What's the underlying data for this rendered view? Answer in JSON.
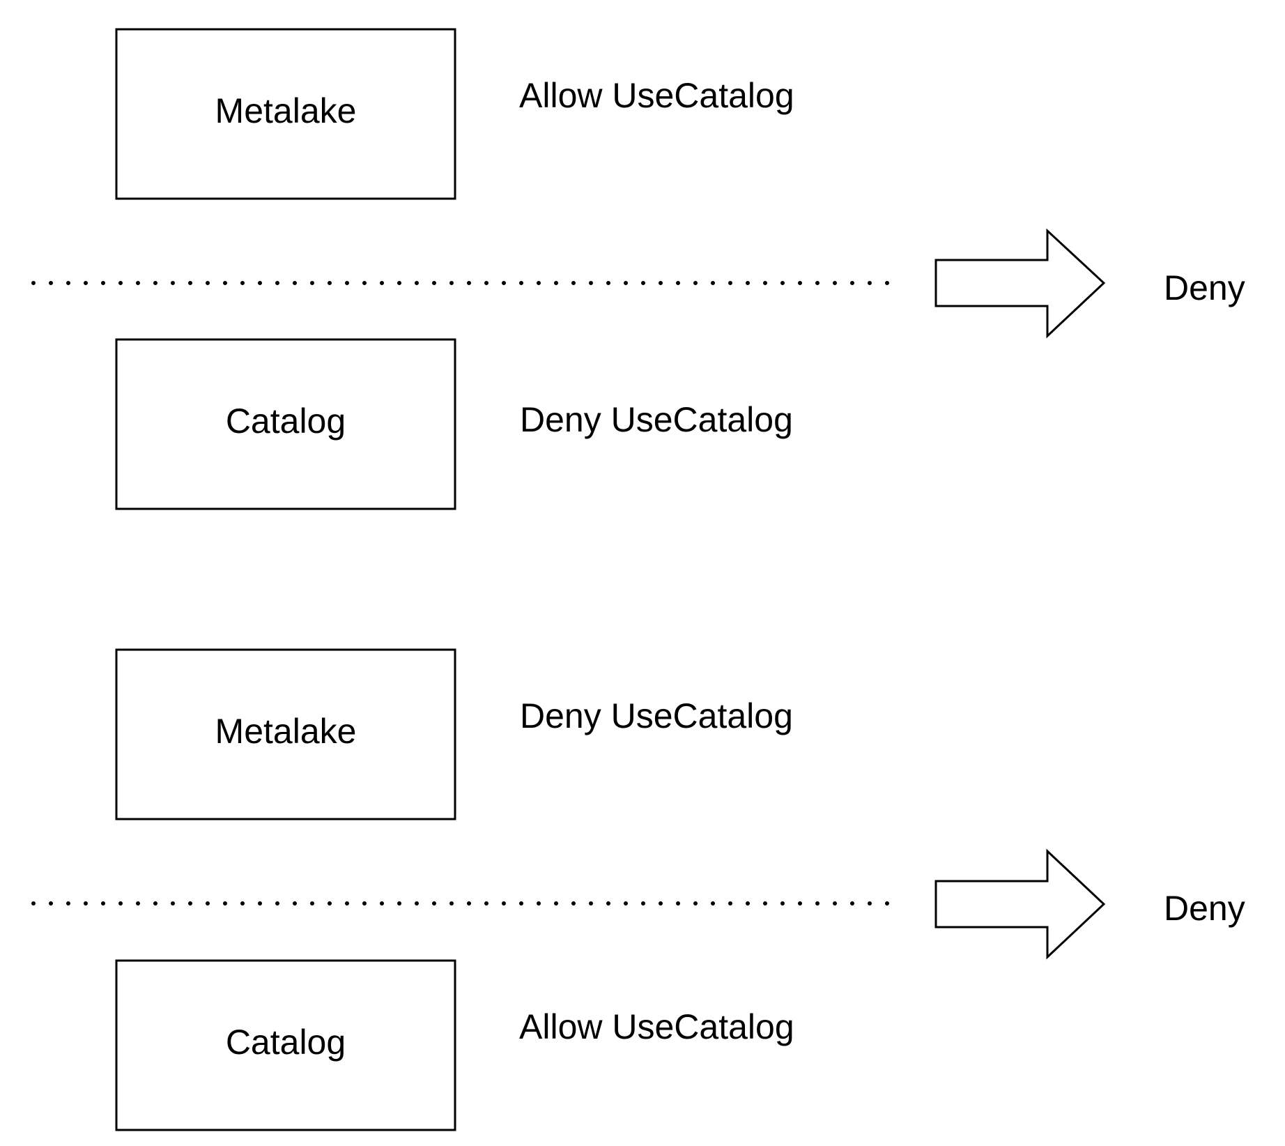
{
  "scenarios": [
    {
      "upper": {
        "node": "Metalake",
        "rule": "Allow UseCatalog"
      },
      "lower": {
        "node": "Catalog",
        "rule": "Deny UseCatalog"
      },
      "result": "Deny"
    },
    {
      "upper": {
        "node": "Metalake",
        "rule": "Deny UseCatalog"
      },
      "lower": {
        "node": "Catalog",
        "rule": "Allow UseCatalog"
      },
      "result": "Deny"
    }
  ],
  "colors": {
    "stroke": "#000000",
    "fill": "#ffffff",
    "text": "#000000"
  }
}
